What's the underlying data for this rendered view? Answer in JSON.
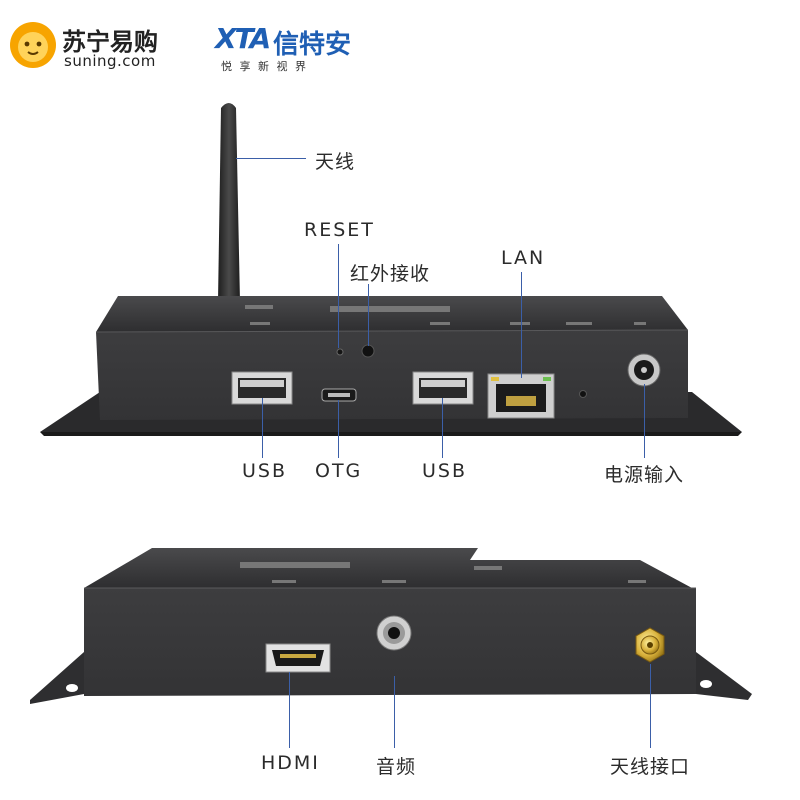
{
  "brands": {
    "suning_cn": "苏宁易购",
    "suning_en": "suning.com",
    "xta_mark": "XTA",
    "xta_cn": "信特安",
    "xta_slogan": "悦 享 新 视 界"
  },
  "callouts": {
    "antenna": "天线",
    "reset": "RESET",
    "ir_receiver": "红外接收",
    "lan": "LAN",
    "usb_1": "USB",
    "otg": "OTG",
    "usb_2": "USB",
    "power_input": "电源输入",
    "hdmi": "HDMI",
    "audio": "音频",
    "antenna_port": "天线接口"
  },
  "colors": {
    "leader_line": "#3b5fa8",
    "suning_orange": "#f7a400",
    "xta_blue": "#1f5fb4",
    "device_body": "#3a3a3c"
  }
}
